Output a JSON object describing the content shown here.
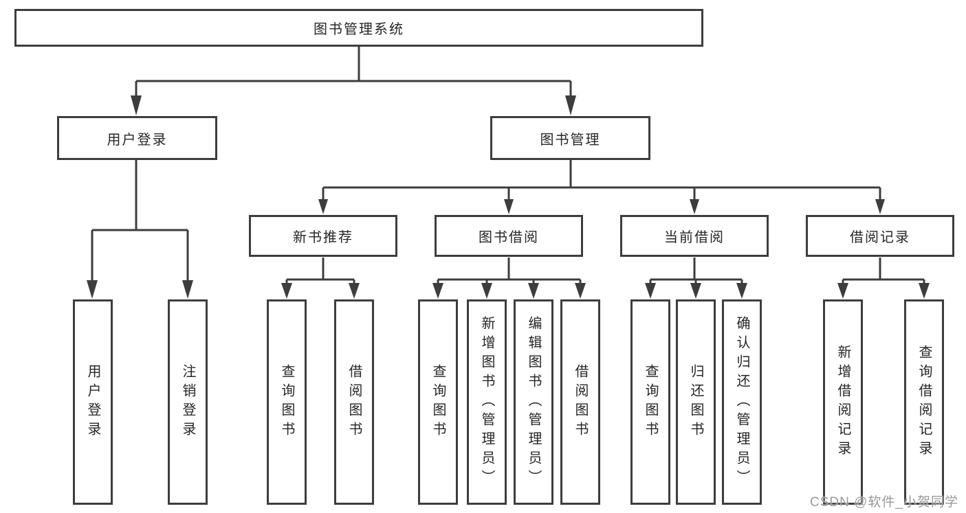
{
  "diagram": {
    "root": {
      "label": "图书管理系统"
    },
    "level2": {
      "user_login": {
        "label": "用户登录"
      },
      "book_mgmt": {
        "label": "图书管理"
      }
    },
    "level3": {
      "new_books": {
        "label": "新书推荐"
      },
      "book_borrow": {
        "label": "图书借阅"
      },
      "current_borrow": {
        "label": "当前借阅"
      },
      "borrow_records": {
        "label": "借阅记录"
      }
    },
    "leaves": {
      "user_login": [
        "用户登录",
        "注销登录"
      ],
      "new_books": [
        "查询图书",
        "借阅图书"
      ],
      "book_borrow": [
        "查询图书",
        "新增图书（管理员）",
        "编辑图书（管理员）",
        "借阅图书"
      ],
      "current_borrow": [
        "查询图书",
        "归还图书",
        "确认归还（管理员）"
      ],
      "borrow_records": [
        "新增借阅记录",
        "查询借阅记录"
      ]
    },
    "watermark": "CSDN @软件_小贺同学",
    "colors": {
      "line": "#3d3d3d",
      "text": "#262626",
      "watermark": "#999999",
      "background": "#ffffff"
    }
  }
}
